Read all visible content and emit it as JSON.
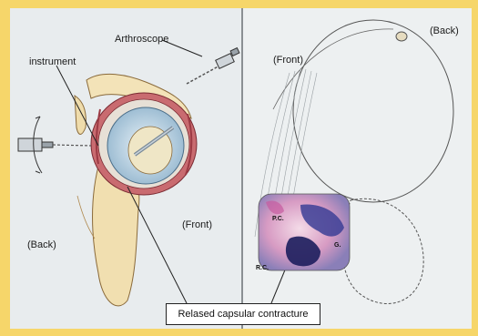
{
  "left_panel": {
    "label_instrument": "instrument",
    "label_arthroscope": "Arthroscope",
    "label_front": "(Front)",
    "label_back": "(Back)"
  },
  "right_panel": {
    "label_front": "(Front)",
    "label_back": "(Back)",
    "label_pc": "P.C.",
    "label_g": "G.",
    "label_rc": "R.C."
  },
  "callout": "Relased capsular contracture",
  "colors": {
    "background": "#f6d66a",
    "panel": "#e8ecee",
    "bone": "#f3e3b8",
    "capsule_red": "#b8404a",
    "cartilage_blue": "#b9cfe0",
    "stain_purple": "#2a2a7a",
    "stain_pink": "#d06aa8"
  }
}
